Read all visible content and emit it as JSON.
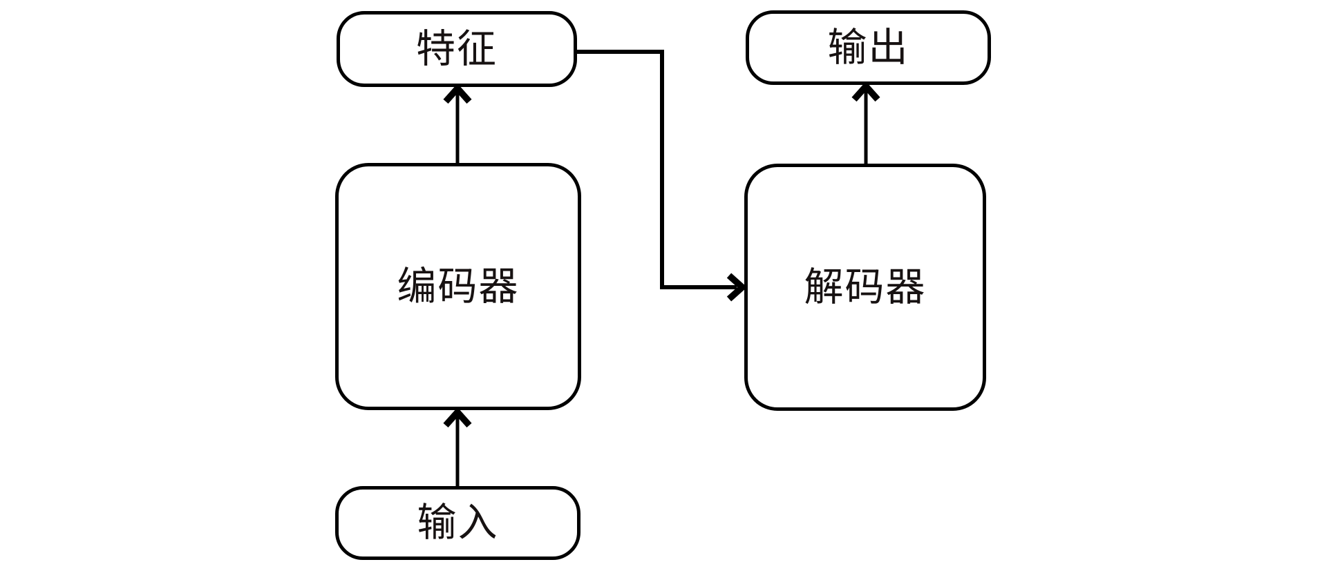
{
  "diagram": {
    "type": "flowchart",
    "background_color": "#ffffff",
    "stroke_color": "#000000",
    "text_color": "#171212",
    "nodes": {
      "feature": {
        "label": "特征",
        "shape": "rounded-rect"
      },
      "output": {
        "label": "输出",
        "shape": "rounded-rect"
      },
      "encoder": {
        "label": "编码器",
        "shape": "rounded-rect"
      },
      "decoder": {
        "label": "解码器",
        "shape": "rounded-rect"
      },
      "input": {
        "label": "输入",
        "shape": "rounded-rect"
      }
    },
    "edges": [
      {
        "from": "input",
        "to": "encoder",
        "style": "straight",
        "direction": "up"
      },
      {
        "from": "encoder",
        "to": "feature",
        "style": "straight",
        "direction": "up"
      },
      {
        "from": "feature",
        "to": "decoder",
        "style": "elbow",
        "direction": "right-down-right"
      },
      {
        "from": "decoder",
        "to": "output",
        "style": "straight",
        "direction": "up"
      }
    ]
  }
}
